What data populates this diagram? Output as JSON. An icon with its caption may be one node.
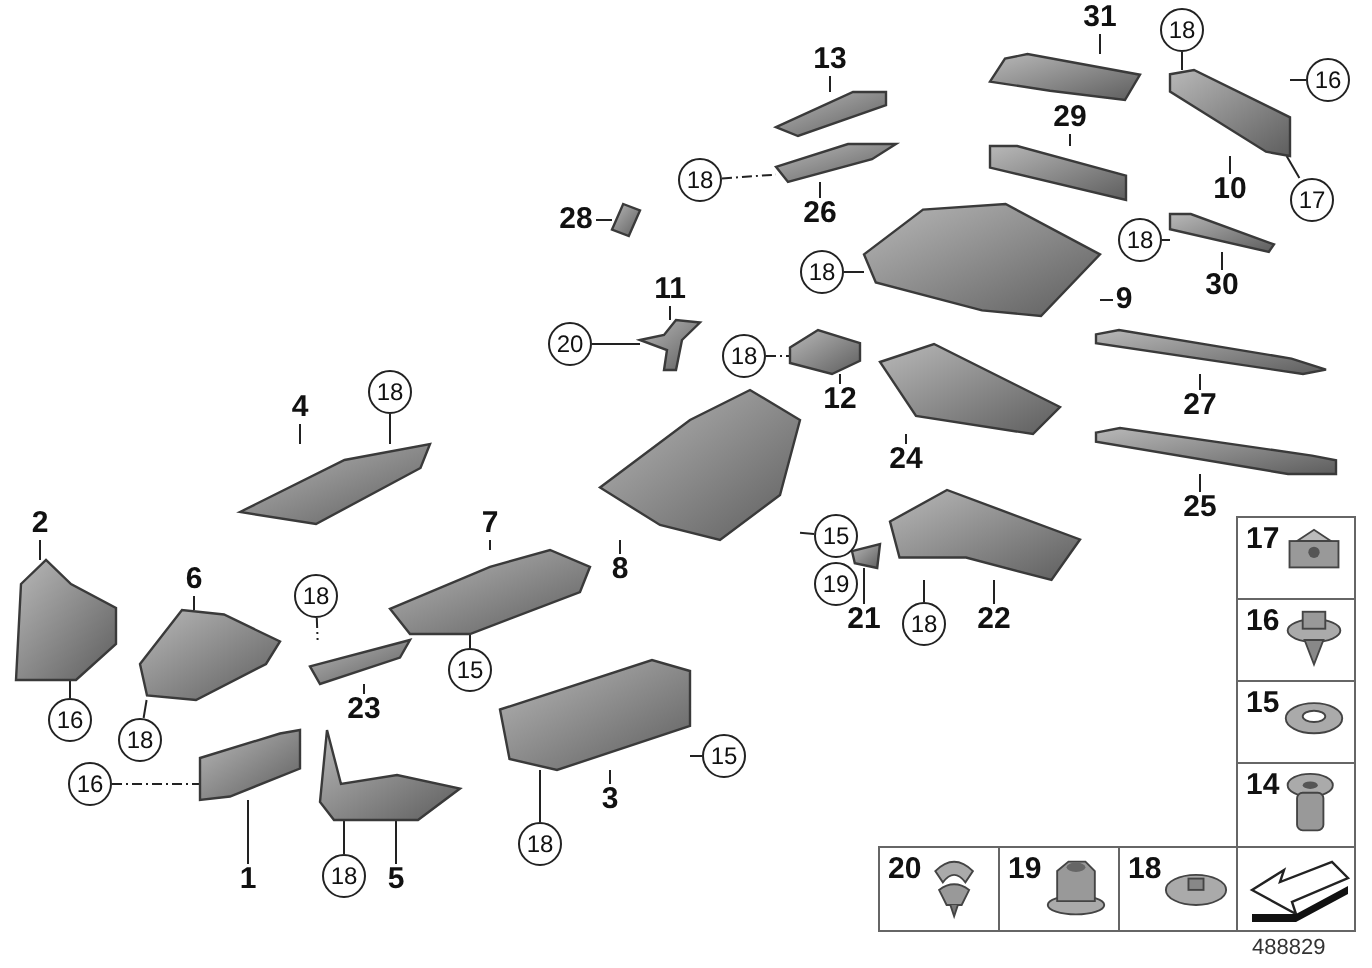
{
  "diagram": {
    "nodes": [
      {
        "text": [],
        "shape": "picture"
      },
      {
        "text": [],
        "shape": "picture"
      },
      {
        "text": [],
        "shape": "picture"
      },
      {
        "text": [],
        "shape": "picture"
      },
      {
        "text": [],
        "shape": "picture"
      },
      {
        "text": [],
        "shape": "picture"
      },
      {
        "text": [],
        "shape": "picture"
      },
      {
        "text": [],
        "shape": "picture"
      },
      {
        "text": [],
        "shape": "picture"
      },
      {
        "text": [],
        "shape": "picture"
      },
      {
        "text": [],
        "shape": "picture"
      },
      {
        "text": [],
        "shape": "picture"
      },
      {
        "text": [],
        "shape": "picture"
      },
      {
        "text": [],
        "shape": "picture"
      },
      {
        "text": [],
        "shape": "picture"
      },
      {
        "text": [],
        "shape": "picture"
      },
      {
        "text": [],
        "shape": "picture"
      },
      {
        "text": [],
        "shape": "picture"
      },
      {
        "text": [],
        "shape": "picture"
      },
      {
        "text": [],
        "shape": "picture"
      },
      {
        "text": [],
        "shape": "picture"
      },
      {
        "text": [],
        "shape": "picture"
      },
      {
        "text": [],
        "shape": "picture"
      },
      {
        "text": [],
        "shape": "picture"
      },
      {
        "text": [
          "1"
        ]
      },
      {
        "text": [
          "2"
        ]
      },
      {
        "text": [
          "3"
        ]
      },
      {
        "text": [
          "4"
        ]
      },
      {
        "text": [
          "5"
        ]
      },
      {
        "text": [
          "6"
        ]
      },
      {
        "text": [
          "7"
        ]
      },
      {
        "text": [
          "8"
        ]
      },
      {
        "text": [
          "9"
        ]
      },
      {
        "text": [
          "10"
        ]
      },
      {
        "text": [
          "11"
        ]
      },
      {
        "text": [
          "12"
        ]
      },
      {
        "text": [
          "13"
        ]
      },
      {
        "text": [
          "21"
        ]
      },
      {
        "text": [
          "22"
        ]
      },
      {
        "text": [
          "23"
        ]
      },
      {
        "text": [
          "24"
        ]
      },
      {
        "text": [
          "25"
        ]
      },
      {
        "text": [
          "26"
        ]
      },
      {
        "text": [
          "27"
        ]
      },
      {
        "text": [
          "28"
        ]
      },
      {
        "text": [
          "29"
        ]
      },
      {
        "text": [
          "30"
        ]
      },
      {
        "text": [
          "31"
        ]
      },
      {
        "text": [
          "18"
        ]
      },
      {
        "text": [
          "16"
        ]
      },
      {
        "text": [
          "18"
        ]
      },
      {
        "text": [
          "17"
        ]
      },
      {
        "text": [
          "18"
        ]
      },
      {
        "text": [
          "18"
        ]
      },
      {
        "text": [
          "20"
        ]
      },
      {
        "text": [
          "18"
        ]
      },
      {
        "text": [
          "18"
        ]
      },
      {
        "text": [
          "18"
        ]
      },
      {
        "text": [
          "18"
        ]
      },
      {
        "text": [
          "16"
        ]
      },
      {
        "text": [
          "16"
        ]
      },
      {
        "text": [
          "15"
        ]
      },
      {
        "text": [
          "15"
        ]
      },
      {
        "text": [
          "19"
        ]
      },
      {
        "text": [
          "15"
        ]
      },
      {
        "text": [
          "18"
        ]
      },
      {
        "text": [
          "18"
        ]
      },
      {
        "text": [
          "18"
        ]
      }
    ],
    "edges": [
      {
        "from": 24,
        "to": 0,
        "arrow": "none"
      },
      {
        "from": 25,
        "to": 1,
        "arrow": "none"
      },
      {
        "from": 26,
        "to": 2,
        "arrow": "none"
      },
      {
        "from": 27,
        "to": 3,
        "arrow": "none"
      },
      {
        "from": 28,
        "to": 4,
        "arrow": "none"
      },
      {
        "from": 29,
        "to": 5,
        "arrow": "none"
      },
      {
        "from": 30,
        "to": 6,
        "arrow": "none"
      },
      {
        "from": 31,
        "to": 7,
        "arrow": "none"
      },
      {
        "from": 32,
        "to": 8,
        "arrow": "none"
      },
      {
        "from": 33,
        "to": 9,
        "arrow": "none"
      },
      {
        "from": 34,
        "to": 10,
        "arrow": "none"
      },
      {
        "from": 35,
        "to": 11,
        "arrow": "none"
      },
      {
        "from": 36,
        "to": 12,
        "arrow": "none"
      },
      {
        "from": 37,
        "to": 13,
        "arrow": "none"
      },
      {
        "from": 38,
        "to": 14,
        "arrow": "none"
      },
      {
        "from": 39,
        "to": 15,
        "arrow": "none"
      },
      {
        "from": 40,
        "to": 16,
        "arrow": "none"
      },
      {
        "from": 41,
        "to": 17,
        "arrow": "none"
      },
      {
        "from": 42,
        "to": 18,
        "arrow": "none"
      },
      {
        "from": 43,
        "to": 19,
        "arrow": "none"
      },
      {
        "from": 44,
        "to": 20,
        "arrow": "none"
      },
      {
        "from": 45,
        "to": 21,
        "arrow": "none"
      },
      {
        "from": 46,
        "to": 22,
        "arrow": "none"
      },
      {
        "from": 47,
        "to": 23,
        "arrow": "none"
      },
      {
        "from": 48,
        "to": 9,
        "arrow": "none"
      },
      {
        "from": 49,
        "to": 9,
        "arrow": "none"
      },
      {
        "from": 50,
        "to": 18,
        "arrow": "none",
        "style": "dashed"
      },
      {
        "from": 51,
        "to": 9,
        "arrow": "none"
      },
      {
        "from": 52,
        "to": 22,
        "arrow": "none"
      },
      {
        "from": 53,
        "to": 8,
        "arrow": "none"
      },
      {
        "from": 54,
        "to": 10,
        "arrow": "none"
      },
      {
        "from": 55,
        "to": 11,
        "arrow": "none",
        "style": "dashed"
      },
      {
        "from": 56,
        "to": 3,
        "arrow": "none"
      },
      {
        "from": 57,
        "to": 15,
        "arrow": "none",
        "style": "dashed"
      },
      {
        "from": 58,
        "to": 5,
        "arrow": "none"
      },
      {
        "from": 59,
        "to": 1,
        "arrow": "none"
      },
      {
        "from": 60,
        "to": 0,
        "arrow": "none",
        "style": "dashed"
      },
      {
        "from": 61,
        "to": 6,
        "arrow": "none"
      },
      {
        "from": 62,
        "to": 7,
        "arrow": "none"
      },
      {
        "from": 64,
        "to": 2,
        "arrow": "none"
      },
      {
        "from": 65,
        "to": 2,
        "arrow": "none"
      },
      {
        "from": 66,
        "to": 4,
        "arrow": "none"
      },
      {
        "from": 67,
        "to": 14,
        "arrow": "none"
      }
    ],
    "labels": [
      "17",
      "16",
      "15",
      "14",
      "20",
      "19",
      "18",
      "488829"
    ]
  }
}
